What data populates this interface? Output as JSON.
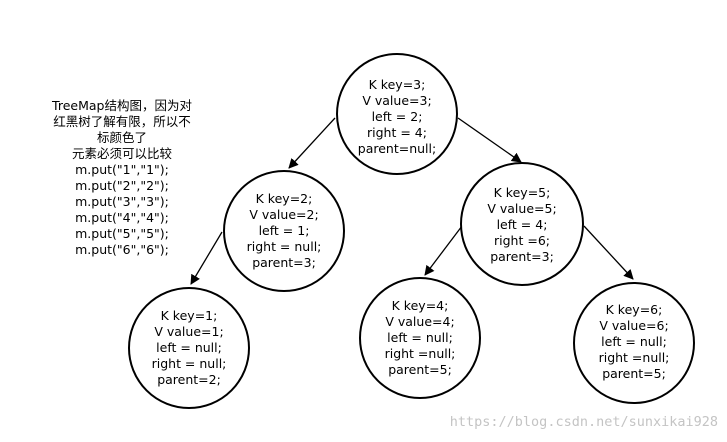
{
  "note": {
    "lines": [
      "TreeMap结构图，因为对",
      "红黑树了解有限，所以不",
      "标颜色了",
      "元素必须可以比较",
      "m.put(\"1\",\"1\");",
      "m.put(\"2\",\"2\");",
      "m.put(\"3\",\"3\");",
      "m.put(\"4\",\"4\");",
      "m.put(\"5\",\"5\");",
      "m.put(\"6\",\"6\");"
    ]
  },
  "nodes": {
    "n3": {
      "lines": [
        "K key=3;",
        "V value=3;",
        "left = 2;",
        "right = 4;",
        "parent=null;"
      ]
    },
    "n2": {
      "lines": [
        "K key=2;",
        "V value=2;",
        "left = 1;",
        "right = null;",
        "parent=3;"
      ]
    },
    "n5": {
      "lines": [
        "K key=5;",
        "V value=5;",
        "left = 4;",
        "right =6;",
        "parent=3;"
      ]
    },
    "n1": {
      "lines": [
        "K key=1;",
        "V value=1;",
        "left = null;",
        "right = null;",
        "parent=2;"
      ]
    },
    "n4": {
      "lines": [
        "K key=4;",
        "V value=4;",
        "left = null;",
        "right =null;",
        "parent=5;"
      ]
    },
    "n6": {
      "lines": [
        "K key=6;",
        "V value=6;",
        "left = null;",
        "right =null;",
        "parent=5;"
      ]
    }
  },
  "edges": [
    {
      "from": "n3",
      "to": "n2"
    },
    {
      "from": "n3",
      "to": "n5"
    },
    {
      "from": "n2",
      "to": "n1"
    },
    {
      "from": "n5",
      "to": "n4"
    },
    {
      "from": "n5",
      "to": "n6"
    }
  ],
  "watermark": "https://blog.csdn.net/sunxikai928"
}
